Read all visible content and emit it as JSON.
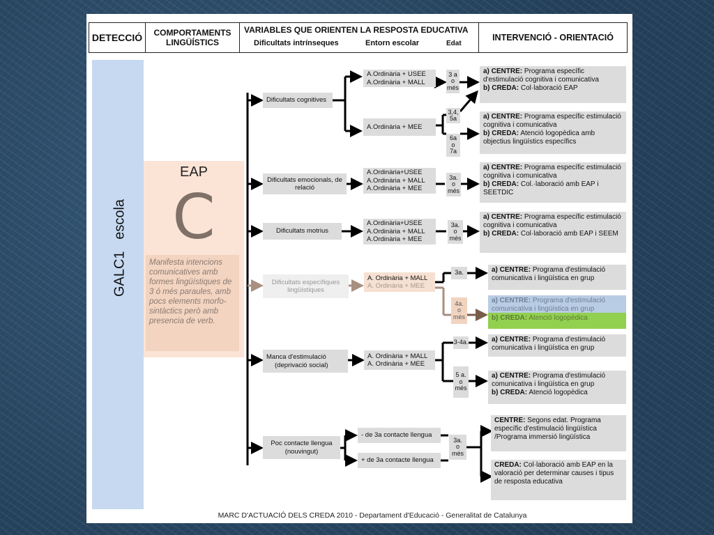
{
  "header": {
    "deteccio": "DETECCIÓ",
    "comportaments": "COMPORTAMENTS LINGÜÍSTICS",
    "variables": "VARIABLES QUE ORIENTEN LA RESPOSTA EDUCATIVA",
    "dificultats": "Dificultats intrínseques",
    "entorn": "Entorn escolar",
    "edat": "Edat",
    "intervencio": "INTERVENCIÓ - ORIENTACIÓ"
  },
  "sidebar": {
    "label": "GALC1   escola"
  },
  "eap": {
    "title": "EAP",
    "letter": "C",
    "description": "Manifesta intencions comunicatives amb formes lingüístiques de 3 ó més paraules, amb pocs elements morfo-sintàctics però amb presencia de verb."
  },
  "categories": [
    "Dificultats cognitives",
    "Dificultats emocionals, de relació",
    "Dificultats motrius",
    "Dificultats específiques lingüístiques",
    "Manca d'estimulació (deprivació social)",
    "Poc contacte llengua (nouvingut)"
  ],
  "category_lines": {
    "manca_1": "Manca d'estimulació",
    "manca_2": "(deprivació social)",
    "poc_1": "Poc contacte llengua",
    "poc_2": "(nouvingut)"
  },
  "entorn": {
    "cog_1": [
      "A.Ordinària + USEE",
      "A.Ordinària + MALL"
    ],
    "cog_2": [
      "A.Ordinària + MEE"
    ],
    "emo": [
      "A.Ordinària+USEE",
      "A.Ordinària + MALL",
      "A.Ordinària + MEE"
    ],
    "mot": [
      "A.Ordinària+USEE",
      "A.Ordinària + MALL",
      "A.Ordinària + MEE"
    ],
    "esp": [
      "A. Ordinària + MALL",
      "A. Ordinària + MEE"
    ],
    "manca": [
      "A. Ordinària + MALL",
      "A. Ordinària + MEE"
    ],
    "poc_1": "- de 3a contacte llengua",
    "poc_2": "+ de 3a contacte llengua"
  },
  "ages": {
    "cog_a": [
      "3 a",
      "o",
      "més"
    ],
    "cog_b": [
      "3,4,",
      "5a"
    ],
    "cog_c": [
      "6a",
      "o",
      "7a"
    ],
    "emo": [
      "3a.",
      "o",
      "més"
    ],
    "mot": [
      "3a.",
      "o",
      "més"
    ],
    "esp_a": [
      "3a."
    ],
    "esp_b": [
      "4a.",
      "o",
      "més"
    ],
    "manca_a": [
      "3-4a."
    ],
    "manca_b": [
      "5 a.",
      "o",
      "més"
    ],
    "poc": [
      "3a.",
      "o",
      "més"
    ]
  },
  "results": {
    "r1_a_label": "a) CENTRE:",
    "r1_a_text": "Programa específic d'estimulació cognitiva i comunicativa",
    "r1_b_label": "b) CREDA:",
    "r1_b_text": "Col·laboració EAP",
    "r2_a_label": "a) CENTRE:",
    "r2_a_text": "Programa específic estimulació cognitiva i comunicativa",
    "r2_b_label": "b) CREDA:",
    "r2_b_text": "Atenció logopèdica amb objectius lingüístics específics",
    "r3_a_label": "a) CENTRE:",
    "r3_a_text": "Programa específic estimulació cognitiva i comunicativa",
    "r3_b_label": "b) CREDA:",
    "r3_b_text": "Col.·laboració amb EAP i SEETDIC",
    "r4_a_label": "a) CENTRE:",
    "r4_a_text": "Programa específic estimulació cognitiva i comunicativa",
    "r4_b_label": "b) CREDA:",
    "r4_b_text": "Col·laboració amb EAP i SEEM",
    "r5_a_label": "a) CENTRE:",
    "r5_a_text": "Programa d'estimulació comunicativa i lingüística en grup",
    "r6_a_label": "a) CENTRE:",
    "r6_a_text": "Programa d'estimulació comunicativa i lingüística en grup",
    "r6_b_label": "b) CREDA:",
    "r6_b_text": "Atenció logopèdica",
    "r7_a_label": "a) CENTRE:",
    "r7_a_text": "Programa d'estimulació comunicativa i lingüística en grup",
    "r8_a_label": "a) CENTRE:",
    "r8_a_text": "Programa d'estimulació comunicativa i lingüística en grup",
    "r8_b_label": "b) CREDA:",
    "r8_b_text": "Atenció logopèdica",
    "r9_label": "CENTRE:",
    "r9_text": "Segons edat. Programa específic d'estimulació lingüística /Programa immersió lingüística",
    "r10_label": "CREDA:",
    "r10_text": "Col·laboració amb EAP en la valoració per determinar causes i tipus de resposta educativa"
  },
  "footer": "MARC D'ACTUACIÓ DELS CREDA 2010 - Departament d'Educació - Generalitat de Catalunya",
  "colors": {
    "sidebar": "#c6d9f1",
    "peach": "#fbe4d5",
    "box": "#dcdcdc",
    "highlight_blue": "#b8cce4",
    "highlight_green": "#92d050",
    "letter": "#7f7068"
  }
}
